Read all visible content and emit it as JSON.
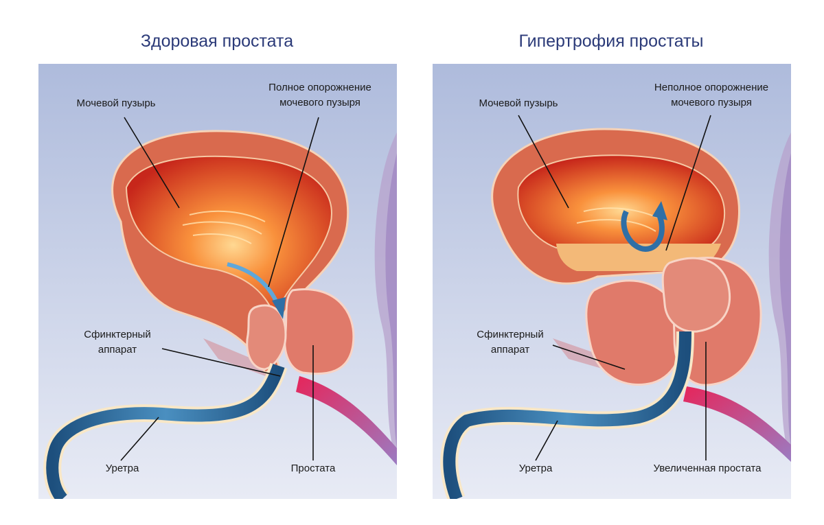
{
  "left_panel": {
    "title": "Здоровая простата",
    "labels": {
      "bladder": "Мочевой пузырь",
      "emptying_line1": "Полное опорожнение",
      "emptying_line2": "мочевого пузыря",
      "sphincter_line1": "Сфинктерный",
      "sphincter_line2": "аппарат",
      "urethra": "Уретра",
      "prostate": "Простата"
    }
  },
  "right_panel": {
    "title": "Гипертрофия простаты",
    "labels": {
      "bladder": "Мочевой пузырь",
      "emptying_line1": "Неполное опорожнение",
      "emptying_line2": "мочевого пузыря",
      "sphincter_line1": "Сфинктерный",
      "sphincter_line2": "аппарат",
      "urethra": "Уретра",
      "prostate": "Увеличенная простата"
    }
  },
  "colors": {
    "panel_bg_top": "#aebbdc",
    "panel_bg_bottom": "#e6e9f4",
    "bladder_wall": "#c8402a",
    "bladder_inner": "#f26a2a",
    "bladder_center": "#ffd28a",
    "prostate": "#e07a6a",
    "urethra": "#1e5f8e",
    "title": "#2b3a78"
  }
}
